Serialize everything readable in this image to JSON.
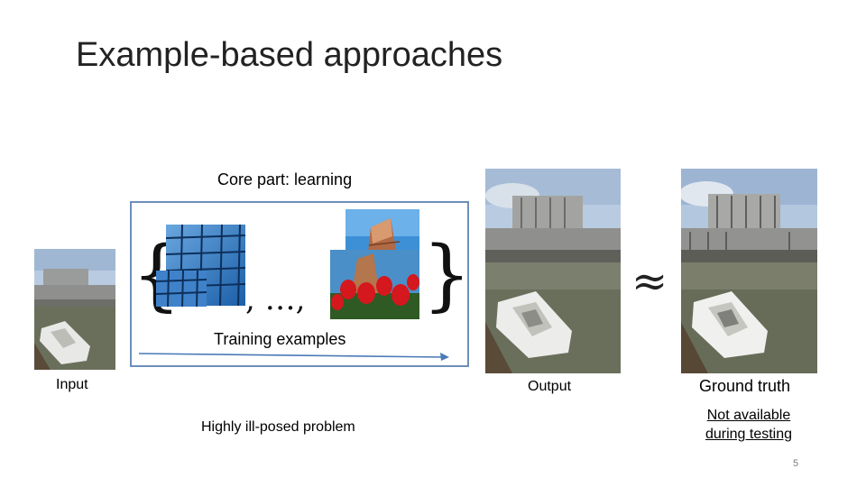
{
  "slide": {
    "title": "Example-based approaches",
    "core_label": "Core part: learning",
    "training_label": "Training examples",
    "input_label": "Input",
    "output_label": "Output",
    "ground_truth_label": "Ground truth",
    "problem_label": "Highly ill-posed problem",
    "not_available_line1": "Not available",
    "not_available_line2": "during testing",
    "page_number": "5"
  },
  "math": {
    "brace_open": "{",
    "brace_close": "}",
    "ellipsis": ", …,",
    "approx": "≈"
  },
  "colors": {
    "box_border": "#6d8fb8",
    "arrow": "#4a7ab8",
    "sky": "#b9cbe0",
    "water": "#6a6f5c"
  }
}
